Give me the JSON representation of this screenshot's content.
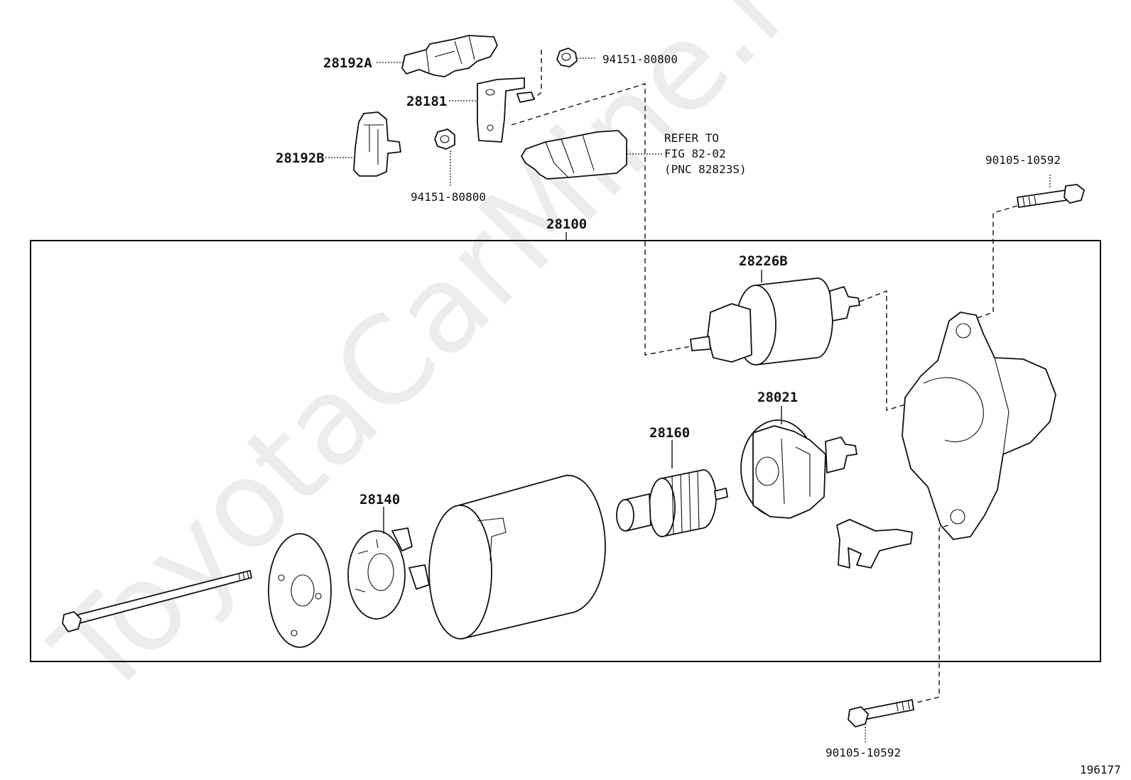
{
  "watermark": "ToyotaCarMine.ru",
  "figure_number": "196177",
  "reference": {
    "line1": "REFER TO",
    "line2": "FIG 82-02",
    "line3": "(PNC 82823S)"
  },
  "labels": {
    "assembly": "28100",
    "holder_a": "28192A",
    "holder_b": "28192B",
    "plate": "28181",
    "nut_top": "94151-80800",
    "nut_mid": "94151-80800",
    "bolt_top": "90105-10592",
    "bolt_bottom": "90105-10592",
    "solenoid": "28226B",
    "yoke": "28021",
    "armature": "28160",
    "brush_holder": "28140"
  }
}
